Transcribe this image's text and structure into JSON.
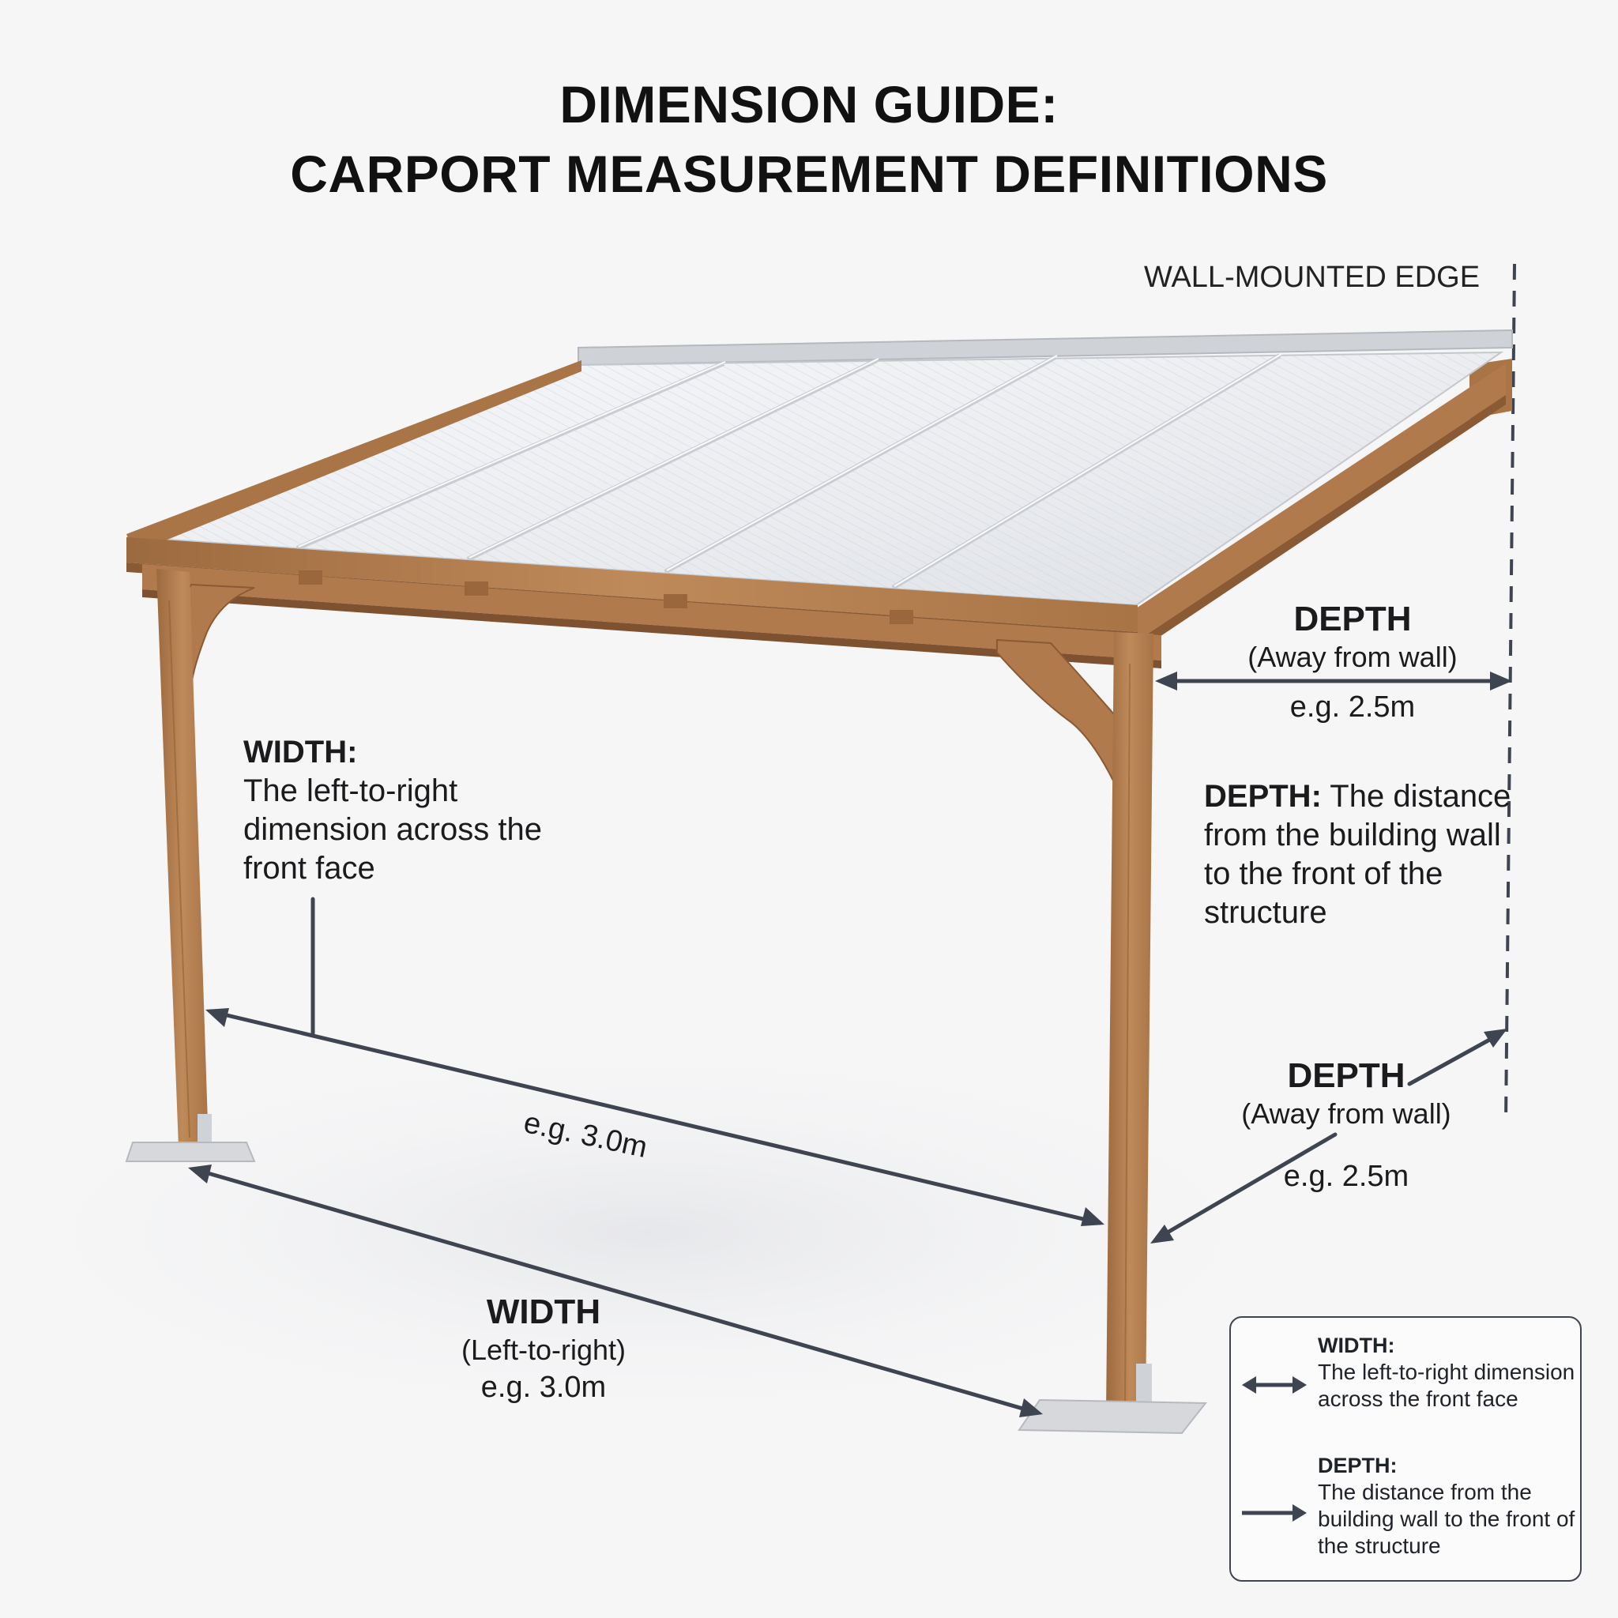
{
  "title": {
    "line1": "DIMENSION GUIDE:",
    "line2": "CARPORT MEASUREMENT DEFINITIONS"
  },
  "wall_label": "WALL-MOUNTED EDGE",
  "depth_top": {
    "heading": "DEPTH",
    "sub": "(Away from wall)",
    "example": "e.g. 2.5m"
  },
  "width_desc": {
    "heading": "WIDTH:",
    "body": "The left-to-right dimension across the front face"
  },
  "depth_desc": {
    "heading": "DEPTH:",
    "body": " The distance from the building wall to the front of the structure"
  },
  "depth_bottom": {
    "heading": "DEPTH",
    "sub": "(Away from wall)",
    "example": "e.g. 2.5m"
  },
  "width_diag_example": "e.g. 3.0m",
  "width_bottom": {
    "heading": "WIDTH",
    "sub": "(Left-to-right)",
    "example": "e.g. 3.0m"
  },
  "legend": {
    "width": {
      "heading": "WIDTH:",
      "body": "The left-to-right dimension across the front face",
      "icon": "double-arrow-icon"
    },
    "depth": {
      "heading": "DEPTH:",
      "body": "The distance from the building wall to the front of the structure",
      "icon": "right-arrow-icon"
    }
  },
  "colors": {
    "arrow": "#3e4550",
    "timber": "#b07a4c",
    "timber_dark": "#8a5a34",
    "roof": "#eef0f3",
    "background": "#f6f6f7"
  }
}
